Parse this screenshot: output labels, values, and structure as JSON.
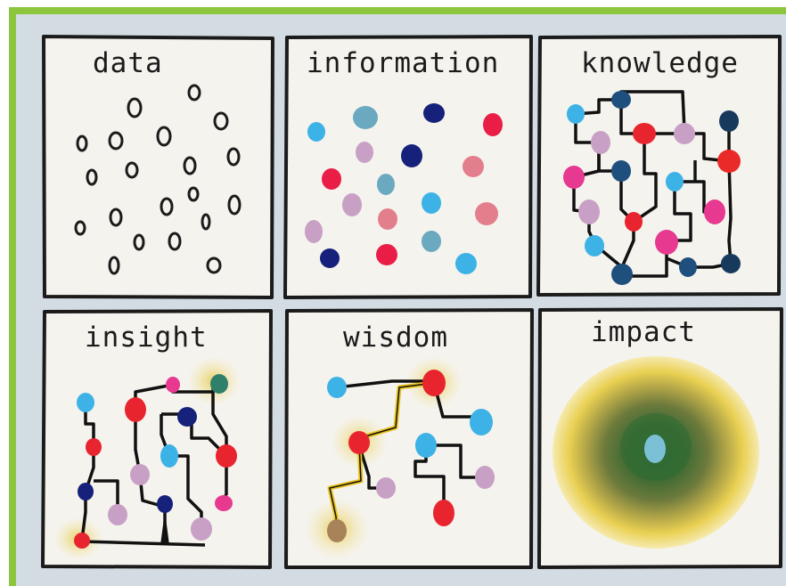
{
  "panels": [
    {
      "label": "data"
    },
    {
      "label": "information"
    },
    {
      "label": "knowledge"
    },
    {
      "label": "insight"
    },
    {
      "label": "wisdom"
    },
    {
      "label": "impact"
    }
  ]
}
